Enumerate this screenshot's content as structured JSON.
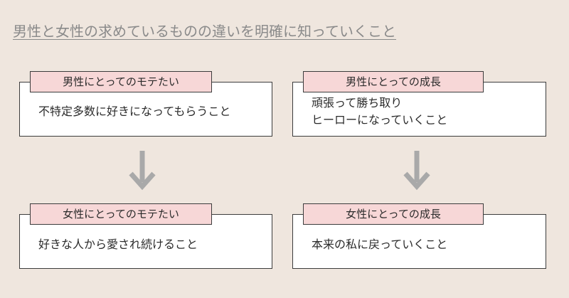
{
  "title": "男性と女性の求めているものの違いを明確に知っていくこと",
  "panels": [
    {
      "tag": "男性にとってのモテたい",
      "lines": [
        "不特定多数に好きになってもらうこと"
      ]
    },
    {
      "tag": "男性にとっての成長",
      "lines": [
        "頑張って勝ち取り",
        "ヒーローになっていくこと"
      ]
    },
    {
      "tag": "女性にとってのモテたい",
      "lines": [
        "好きな人から愛され続けること"
      ]
    },
    {
      "tag": "女性にとっての成長",
      "lines": [
        "本来の私に戻っていくこと"
      ]
    }
  ],
  "colors": {
    "background": "#efe6de",
    "tag_fill": "#f7d7d7",
    "arrow": "#a9a9a9"
  },
  "icons": [
    "arrow-down-icon",
    "arrow-down-icon"
  ]
}
